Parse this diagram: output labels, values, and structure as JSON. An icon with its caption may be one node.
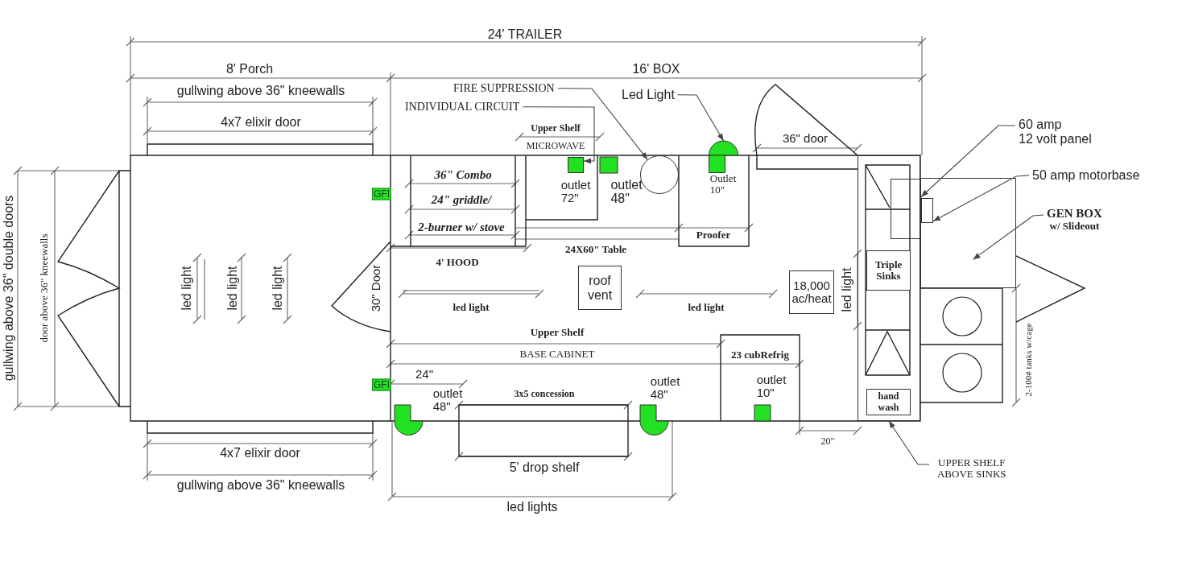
{
  "diagram": {
    "nodes": [
      {
        "text": [
          "FIRE SUPPRESSION"
        ]
      },
      {
        "text": [
          "INDIVIDUAL CIRCUIT"
        ]
      },
      {
        "text": [
          "Led Light"
        ]
      },
      {
        "text": [],
        "shape": "box"
      },
      {
        "text": [],
        "shape": "semicircle"
      },
      {
        "text": [],
        "shape": "circle"
      },
      {
        "text": [
          "60 amp",
          "12 volt panel"
        ]
      },
      {
        "text": [
          "50 amp motorbase"
        ]
      },
      {
        "text": [
          "GEN BOX",
          "w/ Slideout"
        ]
      },
      {
        "text": [],
        "shape": "box"
      },
      {
        "text": [],
        "shape": "box",
        "in": 9
      },
      {
        "text": [
          "roof vent"
        ]
      },
      {
        "text": [
          "18,000 ac/heat"
        ]
      },
      {
        "text": [],
        "shape": "box"
      },
      {
        "text": [],
        "shape": "box",
        "in": 13
      },
      {
        "text": [
          "Triple Sinks"
        ],
        "in": 13
      },
      {
        "text": [
          "hand wash"
        ],
        "in": 13
      },
      {
        "text": [
          "UPPER SHELF ABOVE SINKS"
        ]
      }
    ],
    "edges": [
      {
        "from": 0,
        "to": 5,
        "arrow": "to"
      },
      {
        "from": 1,
        "to": 3,
        "arrow": "to"
      },
      {
        "from": 2,
        "to": 4,
        "arrow": "to"
      },
      {
        "from": 6,
        "to": 14,
        "arrow": "to"
      },
      {
        "from": 7,
        "to": 10,
        "arrow": "to"
      },
      {
        "from": 8,
        "to": 9,
        "arrow": "to"
      },
      {
        "from": 17,
        "to": 13,
        "arrow": "to"
      }
    ],
    "labels": [
      "24' TRAILER",
      "8' Porch",
      "16' BOX",
      "gullwing above 36\" kneewalls",
      "4x7 elixir door",
      "Upper Shelf",
      "MICROWAVE",
      "36\" door",
      "36\" Combo",
      "GFI",
      "outlet 72\"",
      "outlet 48\"",
      "Outlet 10\"",
      "24\" griddle/",
      "2-burner w/ stove",
      "Proofer",
      "24X60\" Table",
      "4' HOOD",
      "led light",
      "led light",
      "led light",
      "30\" Door",
      "led light",
      "led light",
      "led light",
      "2-100# tanks w/cage",
      "gullwing above 36\" double doors",
      "door above 36\" kneewalls",
      "Upper Shelf",
      "BASE CABINET",
      "23 cubRefrig",
      "24\"",
      "GFI",
      "outlet 48\"",
      "3x5 concession",
      "outlet 48\"",
      "outlet 10\"",
      "20\"",
      "4x7 elixir door",
      "5' drop shelf",
      "gullwing above 36\" kneewalls",
      "led lights"
    ]
  }
}
